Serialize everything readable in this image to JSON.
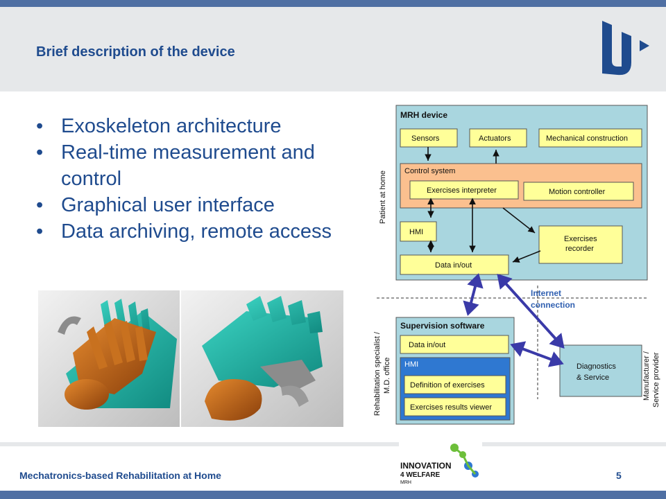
{
  "slide": {
    "title": "Brief description of the device",
    "bullets": [
      "Exoskeleton architecture",
      "Real-time measurement and control",
      "Graphical user interface",
      "Data archiving, remote access"
    ],
    "bullet_char": "•",
    "footer": "Mechatronics-based Rehabilitation at Home",
    "page_number": "5"
  },
  "diagram": {
    "mrh_device": "MRH device",
    "patient_label": "Patient at home",
    "sensors": "Sensors",
    "actuators": "Actuators",
    "mechanical": "Mechanical construction",
    "control_system": "Control system",
    "exercises_interpreter": "Exercises interpreter",
    "motion_controller": "Motion controller",
    "hmi": "HMI",
    "exercises_recorder_1": "Exercises",
    "exercises_recorder_2": "recorder",
    "data_inout": "Data in/out",
    "internet_1": "Internet",
    "internet_2": "connection",
    "supervision": "Supervision software",
    "sup_data_inout": "Data in/out",
    "sup_hmi": "HMI",
    "definition": "Definition of exercises",
    "results_viewer": "Exercises results viewer",
    "diagnostics_1": "Diagnostics",
    "diagnostics_2": "& Service",
    "rehab_label_1": "Rehabilitation specialist /",
    "rehab_label_2": "M.D. office",
    "manufacturer_1": "Manufacturer /",
    "manufacturer_2": "Service provider"
  },
  "logo": {
    "line1": "INNOVATION",
    "line2": "4 WELFARE",
    "line3": "MRH"
  },
  "colors": {
    "brand_blue": "#1f4b8e",
    "bar_blue": "#4f6fa3",
    "header_gray": "#e6e8ea",
    "device_bg": "#a9d6df",
    "box_yellow": "#ffff99",
    "control_orange": "#fbc08f",
    "hmi_blue": "#2f78d1",
    "arrow_purple": "#3a3aa8"
  }
}
